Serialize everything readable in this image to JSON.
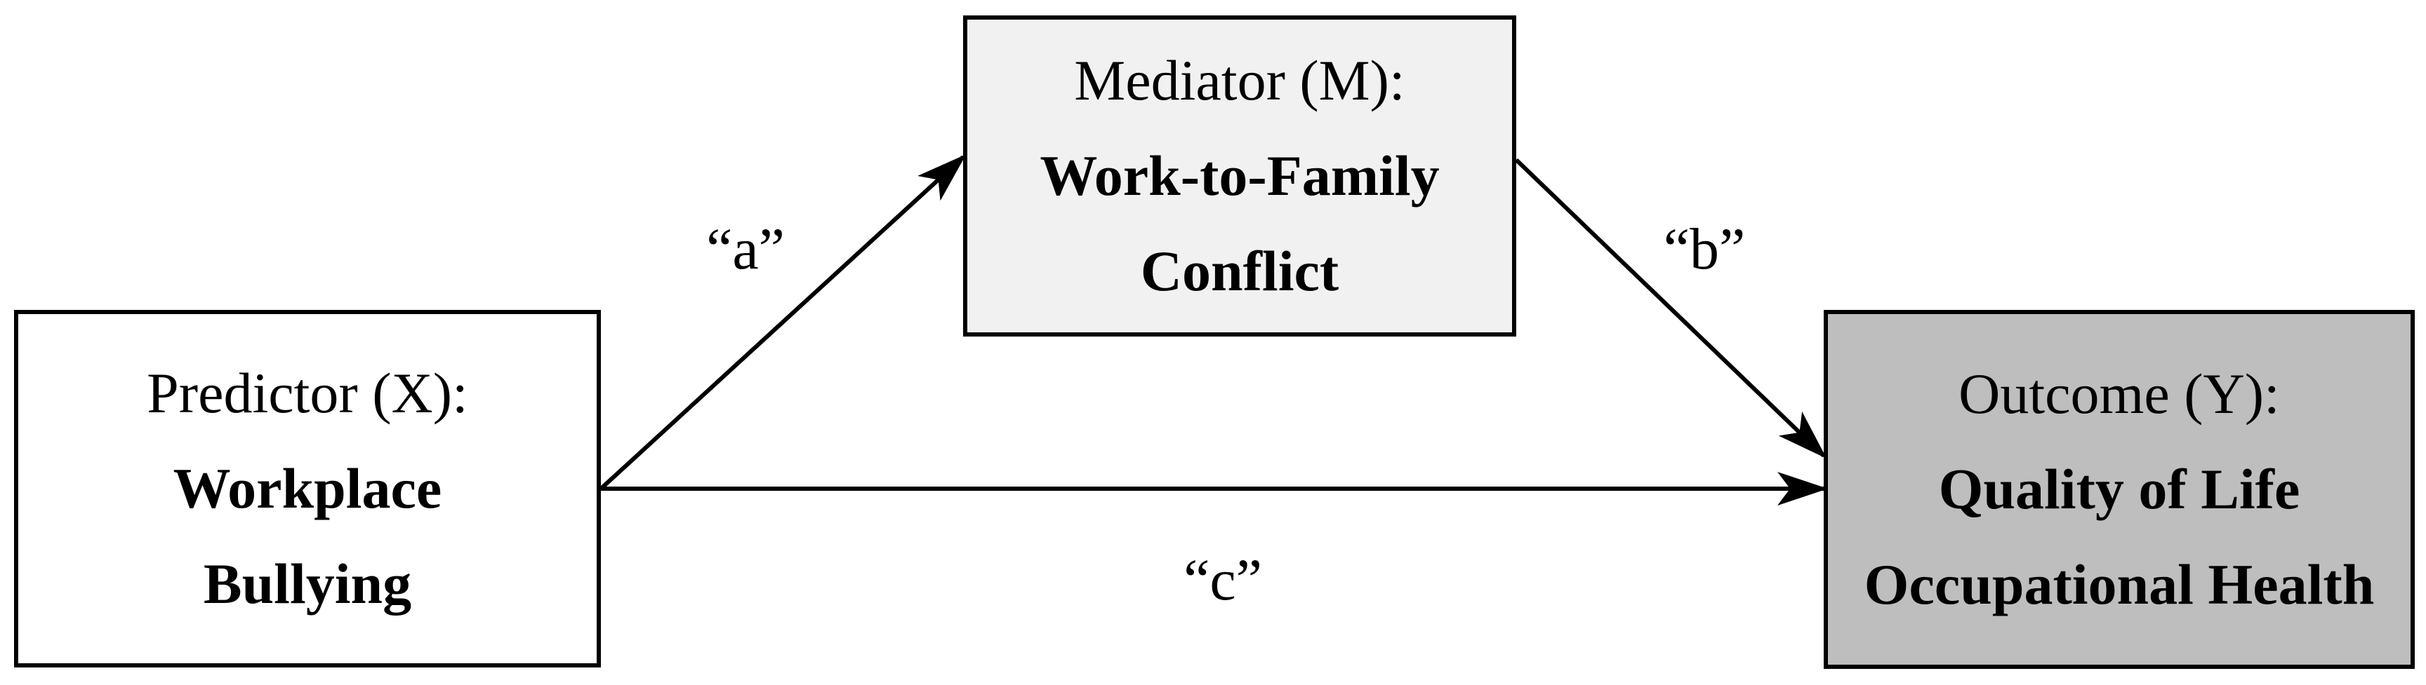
{
  "predictor": {
    "role": "Predictor (X):",
    "construct_lines": [
      "Workplace",
      "Bullying"
    ]
  },
  "mediator": {
    "role": "Mediator (M):",
    "construct_lines": [
      "Work-to-Family",
      "Conflict"
    ]
  },
  "outcome": {
    "role": "Outcome (Y):",
    "construct_lines": [
      "Quality of Life",
      "Occupational Health"
    ]
  },
  "paths": {
    "a": "“a”",
    "b": "“b”",
    "c": "“c”"
  },
  "colors": {
    "mediator_fill": "#f1f1f1",
    "outcome_fill": "#bebebe",
    "stroke": "#000000"
  }
}
